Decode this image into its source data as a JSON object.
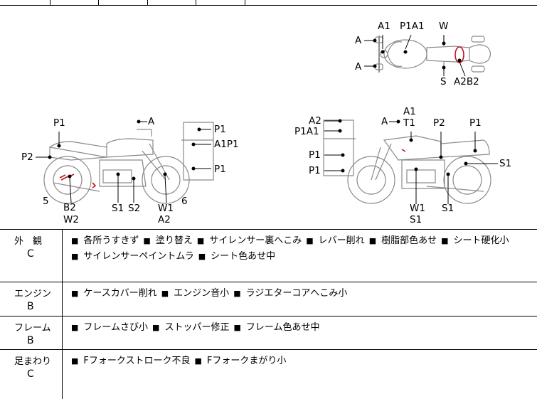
{
  "diagram": {
    "top_view_labels": [
      "A1",
      "P1A1",
      "W",
      "A",
      "A",
      "S",
      "A2B2"
    ],
    "left_view_labels": [
      "P1",
      "A",
      "P1",
      "A1P1",
      "P2",
      "P1",
      "5",
      "6",
      "B2",
      "W2",
      "S1",
      "S2",
      "W1",
      "A2"
    ],
    "right_view_labels": [
      "A2",
      "P1A1",
      "A",
      "A1",
      "T1",
      "P2",
      "P1",
      "P1",
      "P1",
      "S1",
      "W1",
      "S1",
      "S1"
    ]
  },
  "sections": [
    {
      "name": "外　観",
      "grade": "C",
      "marker": "■",
      "lines": [
        [
          "各所うすきず",
          "塗り替え",
          "サイレンサー裏へこみ",
          "レバー削れ",
          "樹脂部色あせ",
          "シート硬化小"
        ],
        [
          "サイレンサーペイントムラ",
          "シート色あせ中"
        ]
      ]
    },
    {
      "name": "エンジン",
      "grade": "B",
      "marker": "■",
      "lines": [
        [
          "ケースカバー削れ",
          "エンジン音小",
          "ラジエターコアへこみ小"
        ]
      ]
    },
    {
      "name": "フレーム",
      "grade": "B",
      "marker": "■",
      "lines": [
        [
          "フレームさび小",
          "ストッパー修正",
          "フレーム色あせ中"
        ]
      ]
    },
    {
      "name": "足まわり",
      "grade": "C",
      "marker": "■",
      "lines": [
        [
          "Fフォークストローク不良",
          "Fフォークまがり小"
        ]
      ]
    }
  ],
  "colors": {
    "damage_mark": "#c0141c",
    "line": "#000000",
    "bike_outline": "#888888"
  }
}
